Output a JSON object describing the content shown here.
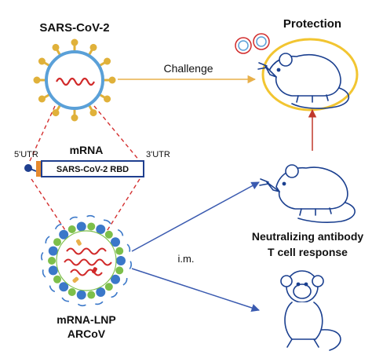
{
  "labels": {
    "virus": "SARS-CoV-2",
    "protection": "Protection",
    "challenge": "Challenge",
    "mrna": "mRNA",
    "utr5": "5'UTR",
    "utr3": "3'UTR",
    "rbd": "SARS-CoV-2 RBD",
    "route": "i.m.",
    "response_line1": "Neutralizing antibody",
    "response_line2": "T cell response",
    "lnp_line1": "mRNA-LNP",
    "lnp_line2": "ARCoV"
  },
  "colors": {
    "spike": "#e0b13a",
    "envelope": "#5aa0d8",
    "rna": "#d12a2a",
    "mrna_box": "#1f3f8f",
    "utr_cap": "#e68a2e",
    "lnp_blue": "#3b78c9",
    "lnp_green": "#7dbf4a",
    "dashed": "#d43030",
    "challenge_arrow": "#e8b04a",
    "immun_arrow": "#3b5bb0",
    "protect_arrow": "#c0392b",
    "halo": "#f2c531"
  },
  "icons": [
    "virus-particle-icon",
    "mouse-icon",
    "macaque-icon",
    "lnp-particle-icon"
  ]
}
